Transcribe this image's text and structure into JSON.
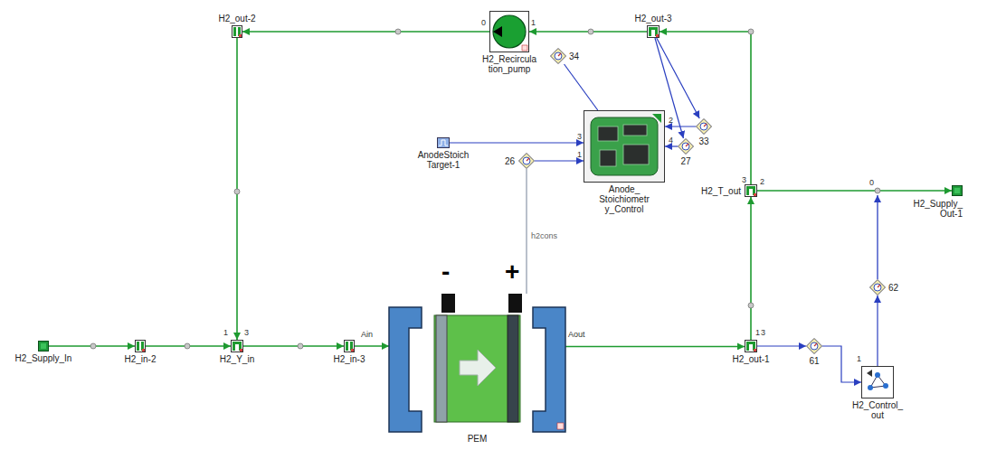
{
  "diagram": {
    "nodes": [
      {
        "text": [
          "H2_Supply_In"
        ]
      },
      {
        "text": [
          "H2_in-2"
        ]
      },
      {
        "text": [
          "H2_Y_in"
        ]
      },
      {
        "text": [
          "H2_in-3"
        ]
      },
      {
        "text": [
          "PEM"
        ]
      },
      {
        "text": [
          "H2_out-1"
        ]
      },
      {
        "text": [
          "61"
        ]
      },
      {
        "text": [
          "H2_Control_ out"
        ]
      },
      {
        "text": [
          "62"
        ]
      },
      {
        "text": [
          "H2_T_out"
        ]
      },
      {
        "text": [
          "H2_Supply_ Out-1"
        ]
      },
      {
        "text": [
          "H2_out-3"
        ]
      },
      {
        "text": [
          "H2_Recircula tion_pump"
        ]
      },
      {
        "text": [
          "34"
        ]
      },
      {
        "text": [
          "33"
        ]
      },
      {
        "text": [
          "27"
        ]
      },
      {
        "text": [
          "Anode_ Stoichiometr y_Control"
        ]
      },
      {
        "text": [
          "AnodeStoich Target-1"
        ]
      },
      {
        "text": [
          "26"
        ]
      },
      {
        "text": [
          "H2_out-2"
        ]
      }
    ],
    "edges": [
      {
        "from": 0,
        "to": 1,
        "arrow": "to"
      },
      {
        "from": 1,
        "to": 2,
        "arrow": "to"
      },
      {
        "from": 2,
        "to": 3,
        "arrow": "to"
      },
      {
        "from": 3,
        "to": 4,
        "arrow": "to"
      },
      {
        "from": 4,
        "to": 5,
        "arrow": "to"
      },
      {
        "from": 5,
        "to": 9,
        "arrow": "to"
      },
      {
        "from": 9,
        "to": 11,
        "arrow": "to"
      },
      {
        "from": 11,
        "to": 12,
        "arrow": "to"
      },
      {
        "from": 12,
        "to": 19,
        "arrow": "to"
      },
      {
        "from": 19,
        "to": 2,
        "arrow": "to"
      },
      {
        "from": 9,
        "to": 10,
        "arrow": "to"
      },
      {
        "from": 5,
        "to": 6,
        "arrow": "to"
      },
      {
        "from": 6,
        "to": 7,
        "arrow": "to"
      },
      {
        "from": 7,
        "to": 8,
        "arrow": "to"
      },
      {
        "from": 11,
        "to": 14,
        "arrow": "to"
      },
      {
        "from": 11,
        "to": 15,
        "arrow": "to"
      },
      {
        "from": 14,
        "to": 16,
        "arrow": "to"
      },
      {
        "from": 15,
        "to": 16,
        "arrow": "to"
      },
      {
        "from": 18,
        "to": 16,
        "arrow": "to"
      },
      {
        "from": 17,
        "to": 16,
        "arrow": "to"
      },
      {
        "from": 16,
        "to": 13,
        "arrow": "none"
      },
      {
        "from": 4,
        "to": 18,
        "label": "h2cons",
        "arrow": "none"
      }
    ],
    "labels": [
      "Ain",
      "Aout",
      "-",
      "+",
      "0",
      "1",
      "1",
      "3",
      "2",
      "4",
      "1",
      "3",
      "1",
      "3",
      "3",
      "2",
      "0",
      "1"
    ]
  }
}
